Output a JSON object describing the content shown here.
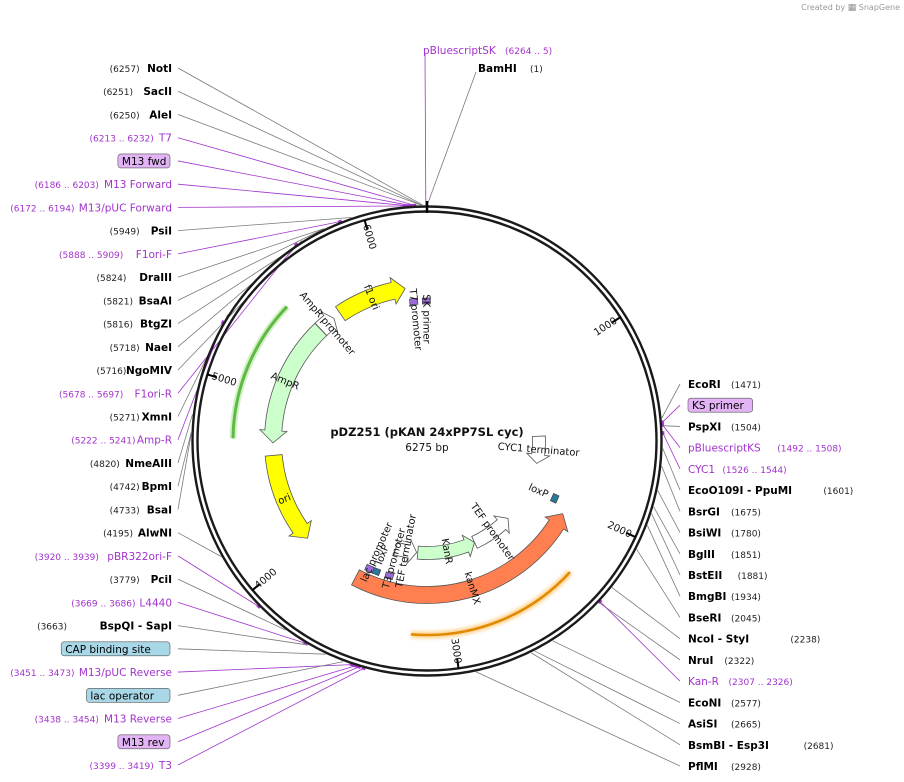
{
  "brand": {
    "created_by": "Created by",
    "name": "SnapGene"
  },
  "plasmid": {
    "name": "pDZ251 (pKAN 24xPP7SL cyc)",
    "size_label": "6275 bp",
    "length": 6275
  },
  "ruler": [
    {
      "bp": 1000,
      "label": "1000"
    },
    {
      "bp": 2000,
      "label": "2000"
    },
    {
      "bp": 3000,
      "label": "3000"
    },
    {
      "bp": 4000,
      "label": "4000"
    },
    {
      "bp": 5000,
      "label": "5000"
    },
    {
      "bp": 6000,
      "label": "6000"
    }
  ],
  "colors": {
    "backbone": "#1a1a1a",
    "enzyme_line": "#7a7a7a",
    "primer_purple": "#a233cc",
    "f1ori": "#ffff00",
    "ori": "#ffff00",
    "ampr": "#ccffcc",
    "kanr": "#ccffcc",
    "kanmx": "#ff7f50",
    "promoter": "#ffffff",
    "terminator": "#ffffff",
    "loxp": "#2a7a9a",
    "feature_box": "#a8d8e8",
    "primer_box": "#e3b4f5"
  },
  "features": [
    {
      "id": "f1ori",
      "label": "f1 ori",
      "start": 5678,
      "end": 6133,
      "dir": "cw",
      "track": "mid",
      "color": "#ffff00"
    },
    {
      "id": "ampr-promoter",
      "label": "AmpR promoter",
      "start": 5516,
      "end": 5627,
      "dir": "cw",
      "track": "mid",
      "color": "#ffffff"
    },
    {
      "id": "ampr",
      "label": "AmpR",
      "start": 4694,
      "end": 5515,
      "dir": "ccw",
      "track": "mid",
      "color": "#ccffcc"
    },
    {
      "id": "ori",
      "label": "ori",
      "start": 4024,
      "end": 4613,
      "dir": "ccw",
      "track": "mid",
      "color": "#ffff00"
    },
    {
      "id": "kanmx",
      "label": "kanMX",
      "start": 2060,
      "end": 3620,
      "dir": "ccw",
      "track": "mid",
      "color": "#ff7f50"
    },
    {
      "id": "kanr",
      "label": "KanR",
      "start": 2700,
      "end": 3220,
      "dir": "ccw",
      "track": "inner",
      "color": "#ccffcc"
    },
    {
      "id": "tef-term",
      "label": "TEF terminator",
      "start": 3230,
      "end": 3420,
      "dir": "ccw",
      "track": "inner",
      "color": "#ffffff"
    },
    {
      "id": "tef-prom",
      "label": "TEF promoter",
      "start": 2330,
      "end": 2700,
      "dir": "ccw",
      "track": "inner",
      "color": "#ffffff"
    },
    {
      "id": "cyc1-term",
      "label": "CYC1 terminator",
      "start": 1526,
      "end": 1770,
      "dir": "cw",
      "track": "inner",
      "color": "#ffffff"
    }
  ],
  "orange_arc": {
    "start": 2310,
    "end": 3220
  },
  "green_arc": {
    "start": 4720,
    "end": 5470
  },
  "small_labels": [
    {
      "id": "t7-promoter",
      "label": "T7 promoter",
      "bp": 6180
    },
    {
      "id": "sk-primer",
      "label": "SK primer",
      "bp": 6270
    },
    {
      "id": "loxp-1",
      "label": "loxP",
      "bp": 1990
    },
    {
      "id": "loxp-2",
      "label": "loxP",
      "bp": 3510
    },
    {
      "id": "lac-promoter",
      "label": "lac promoter",
      "bp": 3560
    },
    {
      "id": "t3-promoter",
      "label": "T3 promoter",
      "bp": 3410
    }
  ],
  "left_annotations": [
    {
      "kind": "enzyme",
      "name": "NotI",
      "pos": "(6257)",
      "bp": 6257
    },
    {
      "kind": "enzyme",
      "name": "SacII",
      "pos": "(6251)",
      "bp": 6251
    },
    {
      "kind": "enzyme",
      "name": "AleI",
      "pos": "(6250)",
      "bp": 6250
    },
    {
      "kind": "primer",
      "name": "T7",
      "pos": "(6213 .. 6232)",
      "bp": 6222
    },
    {
      "kind": "primer-box",
      "name": "M13 fwd",
      "bp": 6205
    },
    {
      "kind": "primer",
      "name": "M13 Forward",
      "pos": "(6186 .. 6203)",
      "bp": 6195
    },
    {
      "kind": "primer",
      "name": "M13/pUC Forward",
      "pos": "(6172 .. 6194)",
      "bp": 6183
    },
    {
      "kind": "enzyme",
      "name": "PsiI",
      "pos": "(5949)",
      "bp": 5949
    },
    {
      "kind": "primer",
      "name": "F1ori-F",
      "pos": "(5888 .. 5909)",
      "bp": 5898
    },
    {
      "kind": "enzyme",
      "name": "DraIII",
      "pos": "(5824)",
      "bp": 5824
    },
    {
      "kind": "enzyme",
      "name": "BsaAI",
      "pos": "(5821)",
      "bp": 5821
    },
    {
      "kind": "enzyme",
      "name": "BtgZI",
      "pos": "(5816)",
      "bp": 5816
    },
    {
      "kind": "enzyme",
      "name": "NaeI",
      "pos": "(5718)",
      "bp": 5718
    },
    {
      "kind": "enzyme",
      "name": "NgoMIV",
      "pos": "(5716)",
      "bp": 5716
    },
    {
      "kind": "primer",
      "name": "F1ori-R",
      "pos": "(5678 .. 5697)",
      "bp": 5688
    },
    {
      "kind": "enzyme",
      "name": "XmnI",
      "pos": "(5271)",
      "bp": 5271
    },
    {
      "kind": "primer",
      "name": "Amp-R",
      "pos": "(5222 .. 5241)",
      "bp": 5232
    },
    {
      "kind": "enzyme",
      "name": "NmeAIII",
      "pos": "(4820)",
      "bp": 4820
    },
    {
      "kind": "enzyme",
      "name": "BpmI",
      "pos": "(4742)",
      "bp": 4742
    },
    {
      "kind": "enzyme",
      "name": "BsaI",
      "pos": "(4733)",
      "bp": 4733
    },
    {
      "kind": "enzyme",
      "name": "AlwNI",
      "pos": "(4195)",
      "bp": 4195
    },
    {
      "kind": "primer",
      "name": "pBR322ori-F",
      "pos": "(3920 .. 3939)",
      "bp": 3930
    },
    {
      "kind": "enzyme",
      "name": "PciI",
      "pos": "(3779)",
      "bp": 3779
    },
    {
      "kind": "primer",
      "name": "L4440",
      "pos": "(3669 .. 3686)",
      "bp": 3678
    },
    {
      "kind": "enzyme",
      "name": "BspQI",
      "name2": "SapI",
      "pos": "(3663)",
      "bp": 3663
    },
    {
      "kind": "feature-box",
      "name": "CAP binding site",
      "bp": 3580
    },
    {
      "kind": "primer",
      "name": "M13/pUC Reverse",
      "pos": "(3451 .. 3473)",
      "bp": 3462
    },
    {
      "kind": "feature-box",
      "name": "lac operator",
      "bp": 3500
    },
    {
      "kind": "primer",
      "name": "M13 Reverse",
      "pos": "(3438 .. 3454)",
      "bp": 3446
    },
    {
      "kind": "primer-box",
      "name": "M13 rev",
      "bp": 3430
    },
    {
      "kind": "primer",
      "name": "T3",
      "pos": "(3399 .. 3419)",
      "bp": 3409
    }
  ],
  "right_annotations": [
    {
      "kind": "enzyme",
      "name": "BamHI",
      "pos": "(1)",
      "bp": 1
    },
    {
      "kind": "enzyme",
      "name": "EcoRI",
      "pos": "(1471)",
      "bp": 1471
    },
    {
      "kind": "primer-box",
      "name": "KS primer",
      "bp": 1490
    },
    {
      "kind": "enzyme",
      "name": "PspXI",
      "pos": "(1504)",
      "bp": 1504
    },
    {
      "kind": "primer",
      "name": "pBluescriptKS",
      "pos": "(1492 .. 1508)",
      "bp": 1500
    },
    {
      "kind": "primer",
      "name": "CYC1",
      "pos": "(1526 .. 1544)",
      "bp": 1535
    },
    {
      "kind": "enzyme",
      "name": "EcoO109I",
      "name2": "PpuMI",
      "pos": "(1601)",
      "bp": 1601
    },
    {
      "kind": "enzyme",
      "name": "BsrGI",
      "pos": "(1675)",
      "bp": 1675
    },
    {
      "kind": "enzyme",
      "name": "BsiWI",
      "pos": "(1780)",
      "bp": 1780
    },
    {
      "kind": "enzyme",
      "name": "BglII",
      "pos": "(1851)",
      "bp": 1851
    },
    {
      "kind": "enzyme",
      "name": "BstEII",
      "pos": "(1881)",
      "bp": 1881
    },
    {
      "kind": "enzyme",
      "name": "BmgBI",
      "pos": "(1934)",
      "bp": 1934
    },
    {
      "kind": "enzyme",
      "name": "BseRI",
      "pos": "(2045)",
      "bp": 2045
    },
    {
      "kind": "enzyme",
      "name": "NcoI",
      "name2": "StyI",
      "pos": "(2238)",
      "bp": 2238
    },
    {
      "kind": "enzyme",
      "name": "NruI",
      "pos": "(2322)",
      "bp": 2322
    },
    {
      "kind": "primer",
      "name": "Kan-R",
      "pos": "(2307 .. 2326)",
      "bp": 2316
    },
    {
      "kind": "enzyme",
      "name": "EcoNI",
      "pos": "(2577)",
      "bp": 2577
    },
    {
      "kind": "enzyme",
      "name": "AsiSI",
      "pos": "(2665)",
      "bp": 2665
    },
    {
      "kind": "enzyme",
      "name": "BsmBI",
      "name2": "Esp3I",
      "pos": "(2681)",
      "bp": 2681
    },
    {
      "kind": "enzyme",
      "name": "PflMI",
      "pos": "(2928)",
      "bp": 2928
    }
  ],
  "top_annotation": {
    "kind": "primer",
    "name": "pBluescriptSK",
    "pos": "(6264 .. 5)",
    "bp": 6270
  }
}
